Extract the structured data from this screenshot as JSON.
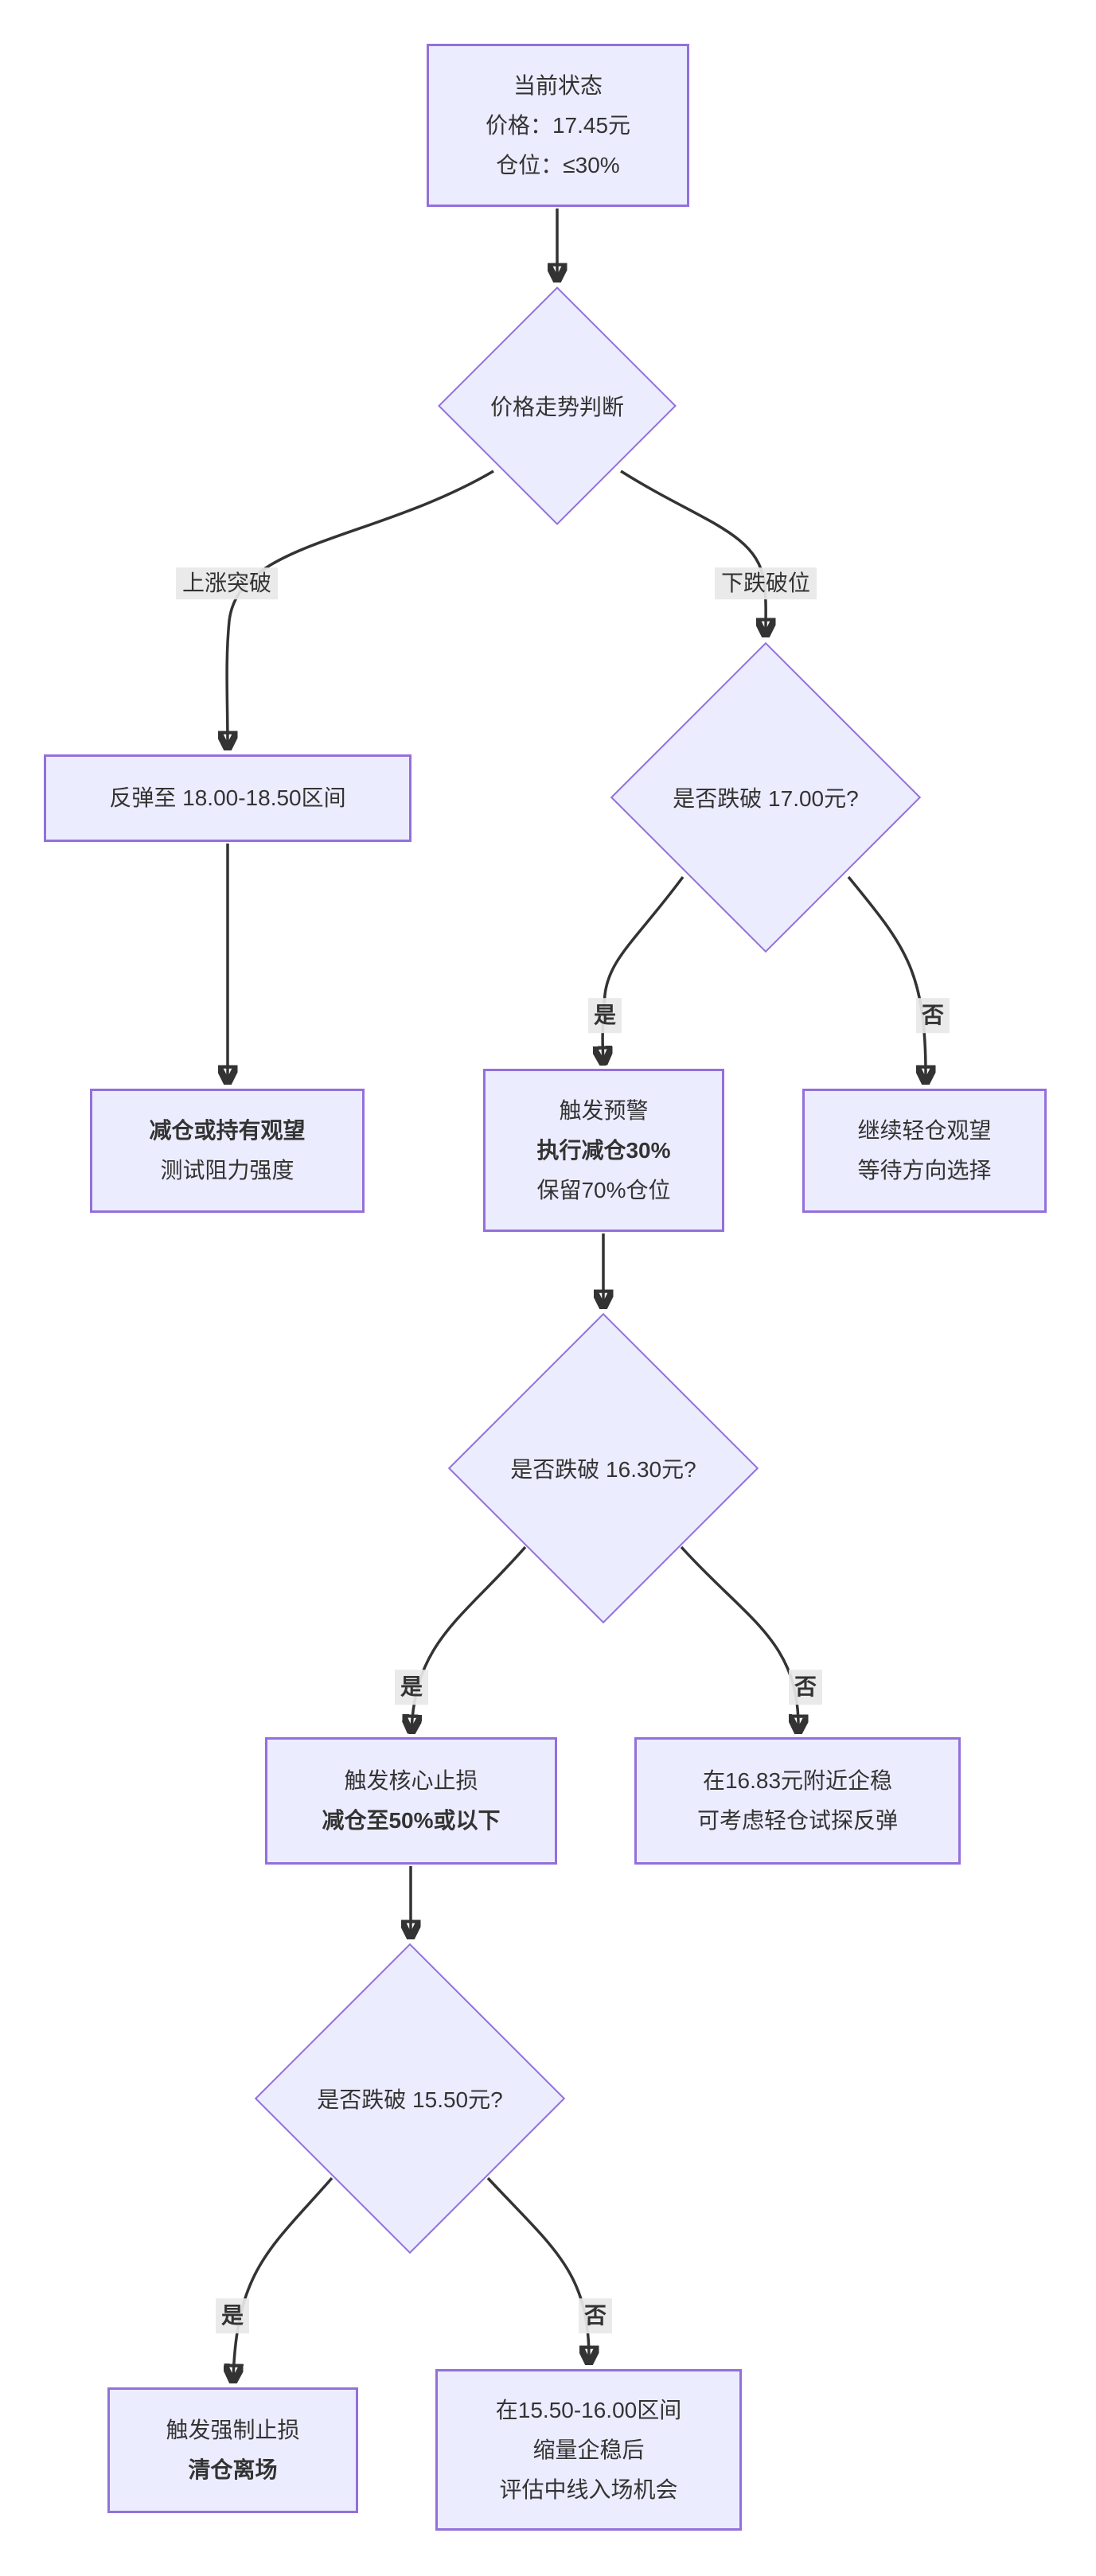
{
  "diagram": {
    "type": "flowchart",
    "background_color": "#ffffff",
    "node_fill_color": "#ECECFF",
    "node_border_color": "#9370DB",
    "text_color": "#333333",
    "edge_color": "#333333",
    "edge_label_bg_color": "#e8e8e8"
  },
  "nodes": {
    "current_state": {
      "line1": "当前状态",
      "line2": "价格：17.45元",
      "line3": "仓位：≤30%"
    },
    "trend_judgement": {
      "label": "价格走势判断"
    },
    "rebound_target": {
      "label": "反弹至 18.00-18.50区间"
    },
    "q_break_1700": {
      "label": "是否跌破 17.00元?"
    },
    "reduce_or_hold": {
      "line1": "减仓或持有观望",
      "line2": "测试阻力强度"
    },
    "warning_reduce": {
      "line1": "触发预警",
      "line2": "执行减仓30%",
      "line3": "保留70%仓位"
    },
    "keep_light": {
      "line1": "继续轻仓观望",
      "line2": "等待方向选择"
    },
    "q_break_1630": {
      "label": "是否跌破 16.30元?"
    },
    "core_stop": {
      "line1": "触发核心止损",
      "line2": "减仓至50%或以下"
    },
    "stabilize_1683": {
      "line1": "在16.83元附近企稳",
      "line2": "可考虑轻仓试探反弹"
    },
    "q_break_1550": {
      "label": "是否跌破 15.50元?"
    },
    "forced_stop": {
      "line1": "触发强制止损",
      "line2": "清仓离场"
    },
    "stabilize_range": {
      "line1": "在15.50-16.00区间",
      "line2": "缩量企稳后",
      "line3": "评估中线入场机会"
    }
  },
  "edge_labels": {
    "up_break": "上涨突破",
    "down_break": "下跌破位",
    "yes_1700": "是",
    "no_1700": "否",
    "yes_1630": "是",
    "no_1630": "否",
    "yes_1550": "是",
    "no_1550": "否"
  }
}
